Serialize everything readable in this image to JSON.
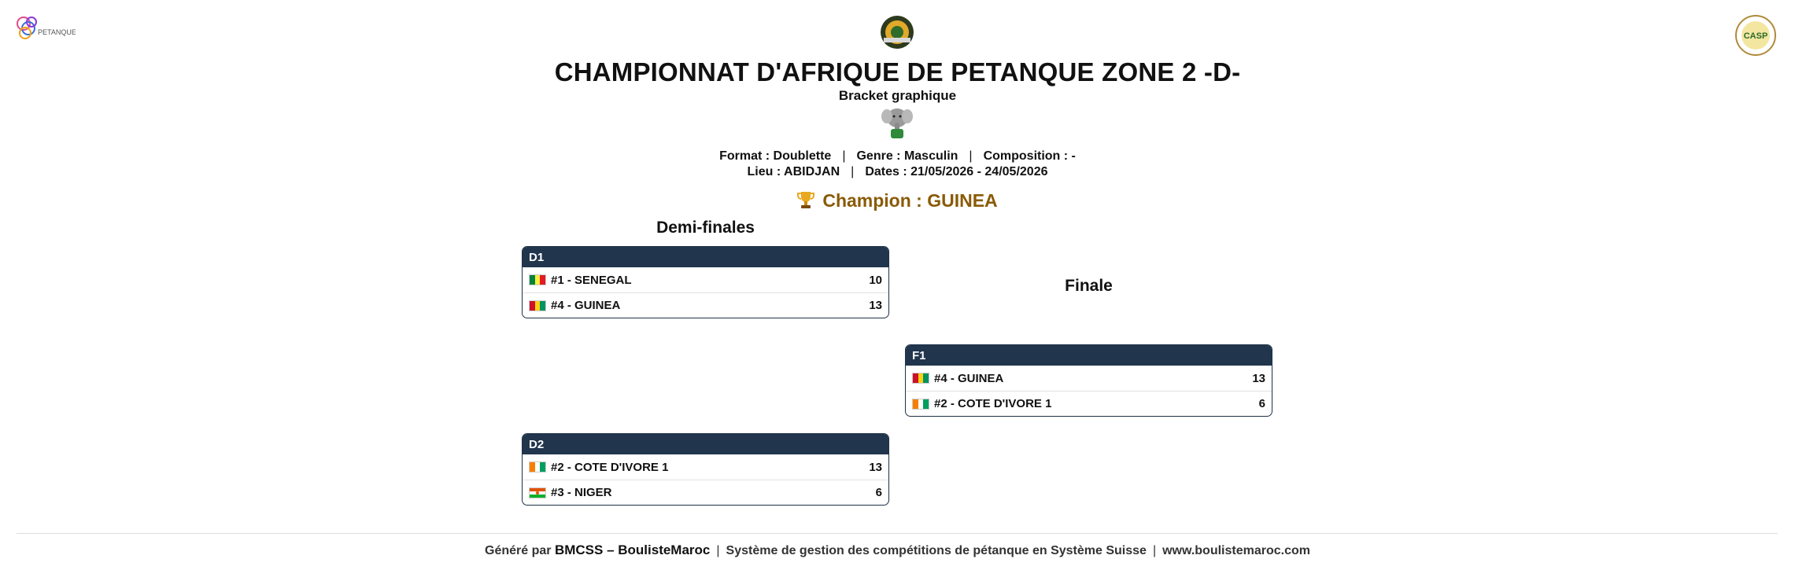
{
  "header": {
    "title": "CHAMPIONNAT D'AFRIQUE DE PETANQUE ZONE 2 -D-",
    "subtitle": "Bracket graphique",
    "logo_left_text": "PETANQUE",
    "logo_right_text": "CASP"
  },
  "info": {
    "format": "Format : Doublette",
    "genre": "Genre : Masculin",
    "composition": "Composition : -",
    "lieu": "Lieu : ABIDJAN",
    "dates": "Dates : 21/05/2026 - 24/05/2026",
    "separator": "|"
  },
  "champion": {
    "icon": "trophy-icon",
    "label": "Champion : GUINEA",
    "color": "#8a5a06"
  },
  "rounds": {
    "semi": "Demi-finales",
    "final": "Finale"
  },
  "matches": {
    "d1": {
      "code": "D1",
      "teams": [
        {
          "name": "#1 - SENEGAL",
          "score": "10",
          "flag": "senegal-flag"
        },
        {
          "name": "#4 - GUINEA",
          "score": "13",
          "flag": "guinea-flag"
        }
      ]
    },
    "d2": {
      "code": "D2",
      "teams": [
        {
          "name": "#2 - COTE D'IVORE 1",
          "score": "13",
          "flag": "ivory-coast-flag"
        },
        {
          "name": "#3 - NIGER",
          "score": "6",
          "flag": "niger-flag"
        }
      ]
    },
    "f1": {
      "code": "F1",
      "teams": [
        {
          "name": "#4 - GUINEA",
          "score": "13",
          "flag": "guinea-flag"
        },
        {
          "name": "#2 - COTE D'IVORE 1",
          "score": "6",
          "flag": "ivory-coast-flag"
        }
      ]
    }
  },
  "footer": {
    "generated_by": "Généré par",
    "brand": "BMCSS – BoulisteMaroc",
    "separator": "|",
    "system": "Système de gestion des compétitions de pétanque en Système Suisse",
    "website": "www.boulistemaroc.com"
  },
  "colors": {
    "match_header": "#21354d",
    "champion": "#8a5a06"
  }
}
